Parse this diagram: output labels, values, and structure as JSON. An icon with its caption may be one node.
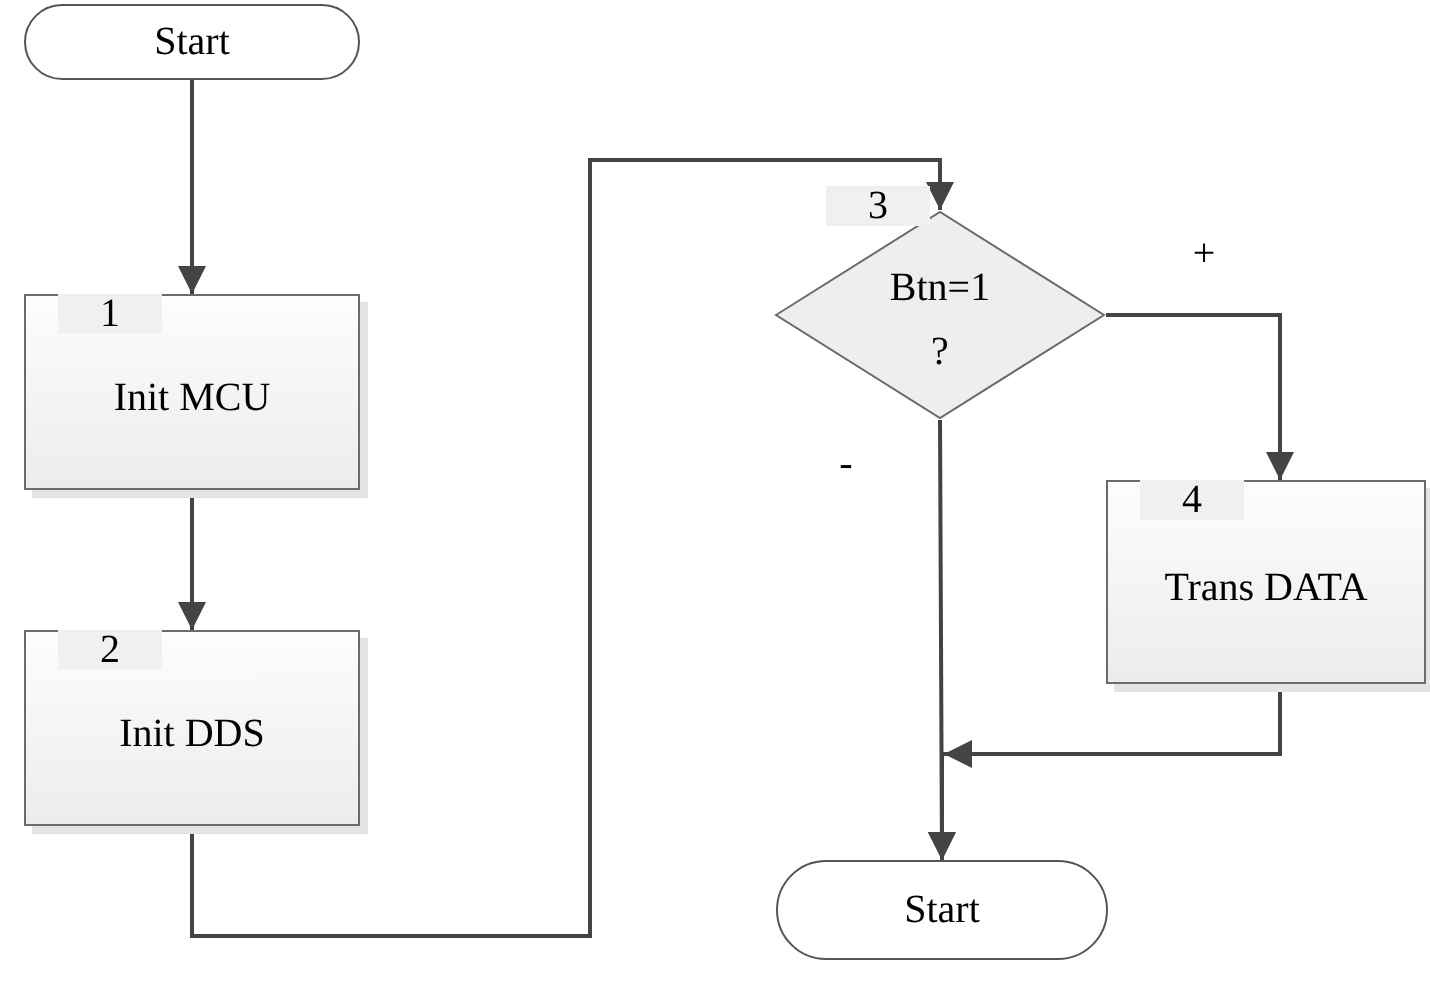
{
  "diagram": {
    "nodes": [
      {
        "text": [
          "Start"
        ]
      },
      {
        "text": [
          "1",
          "Init MCU"
        ]
      },
      {
        "text": [
          "2",
          "Init DDS"
        ]
      },
      {
        "text": [
          "3",
          "Btn=1 ?"
        ]
      },
      {
        "text": [
          "4",
          "Trans DATA"
        ]
      },
      {
        "text": [
          "Start"
        ]
      }
    ],
    "edges": [
      {
        "from": 0,
        "to": 1,
        "arrow": "to"
      },
      {
        "from": 1,
        "to": 2,
        "arrow": "to"
      },
      {
        "from": 2,
        "to": 3,
        "arrow": "to"
      },
      {
        "from": 3,
        "to": 4,
        "arrow": "to",
        "label": "+"
      },
      {
        "from": 3,
        "to": 5,
        "arrow": "to",
        "label": "-"
      },
      {
        "from": 4,
        "to": 5,
        "arrow": "to"
      }
    ]
  }
}
